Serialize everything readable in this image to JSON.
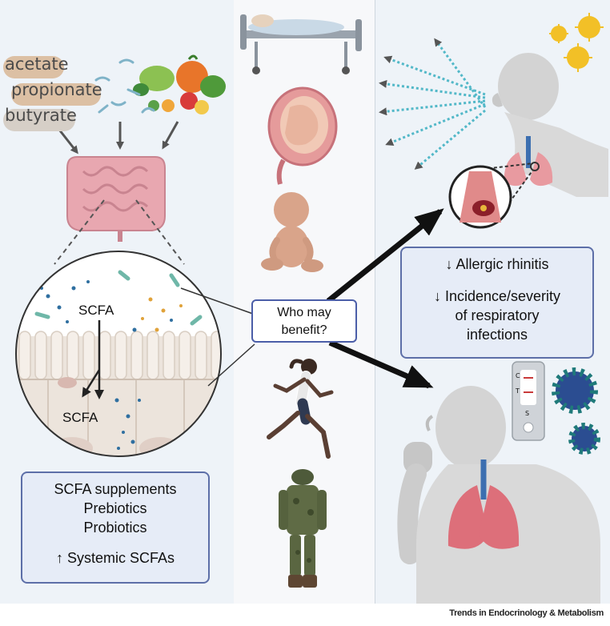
{
  "short_chain_fatty_acids": [
    "acetate",
    "propionate",
    "butyrate"
  ],
  "gut_labels": {
    "lumen_scfa": "SCFA",
    "epithelium_scfa": "SCFA"
  },
  "left_box": {
    "line1": "SCFA supplements",
    "line2": "Prebiotics",
    "line3": "Probiotics",
    "line4": "↑ Systemic SCFAs"
  },
  "center_box": {
    "line1": "Who may",
    "line2": "benefit?"
  },
  "right_box": {
    "line1": "↓ Allergic rhinitis",
    "line2": "↓ Incidence/severity",
    "line3": "of respiratory",
    "line4": "infections"
  },
  "test_strip": {
    "c": "C",
    "t": "T",
    "s": "S"
  },
  "footer": "Trends in Endocrinology & Metabolism",
  "colors": {
    "box_fill": "#e6ecf7",
    "box_border": "#5d6fa8",
    "arrow": "#111111",
    "gut": "#e8a7b0",
    "lung": "#d95c6a",
    "skin": "#cfcfcf",
    "pollen": "#f2c027",
    "virus": "#1f7a7a"
  },
  "icons": [
    "hospital-bed-icon",
    "pregnant-uterus-icon",
    "infant-icon",
    "runner-icon",
    "soldier-icon",
    "pollen-icon",
    "virus-icon",
    "test-strip-icon"
  ]
}
